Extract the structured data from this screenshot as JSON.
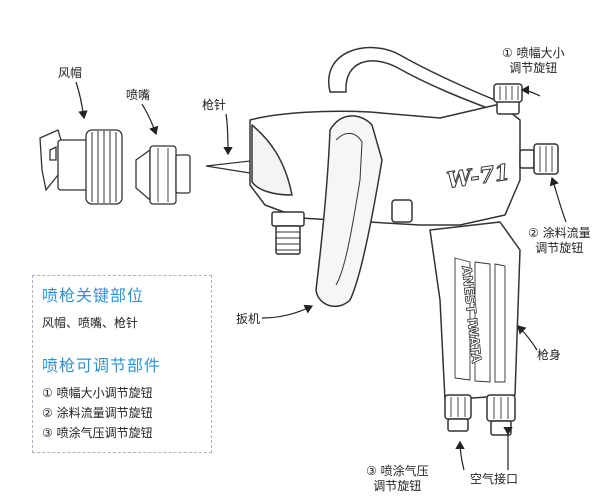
{
  "labels": {
    "wind_cap": "风帽",
    "nozzle": "喷嘴",
    "needle": "枪针",
    "trigger": "扳机",
    "gun_body": "枪身",
    "air_inlet": "空气接口",
    "fan_knob_line1": "① 喷幅大小",
    "fan_knob_line2": "调节旋钮",
    "fluid_knob_line1": "② 涂料流量",
    "fluid_knob_line2": "调节旋钮",
    "pressure_knob_line1": "③ 喷涂气压",
    "pressure_knob_line2": "调节旋钮",
    "gun_model": "W-71",
    "grip_text": "ANEST IWATA"
  },
  "legend": {
    "key_parts_title": "喷枪关键部位",
    "key_parts_text": "风帽、喷嘴、枪针",
    "adjustable_title": "喷枪可调节部件",
    "items": [
      "① 喷幅大小调节旋钮",
      "② 涂料流量调节旋钮",
      "③ 喷涂气压调节旋钮"
    ]
  },
  "colors": {
    "title_blue": "#2f93d3",
    "line": "#333333",
    "box_border": "#aab4c4"
  }
}
